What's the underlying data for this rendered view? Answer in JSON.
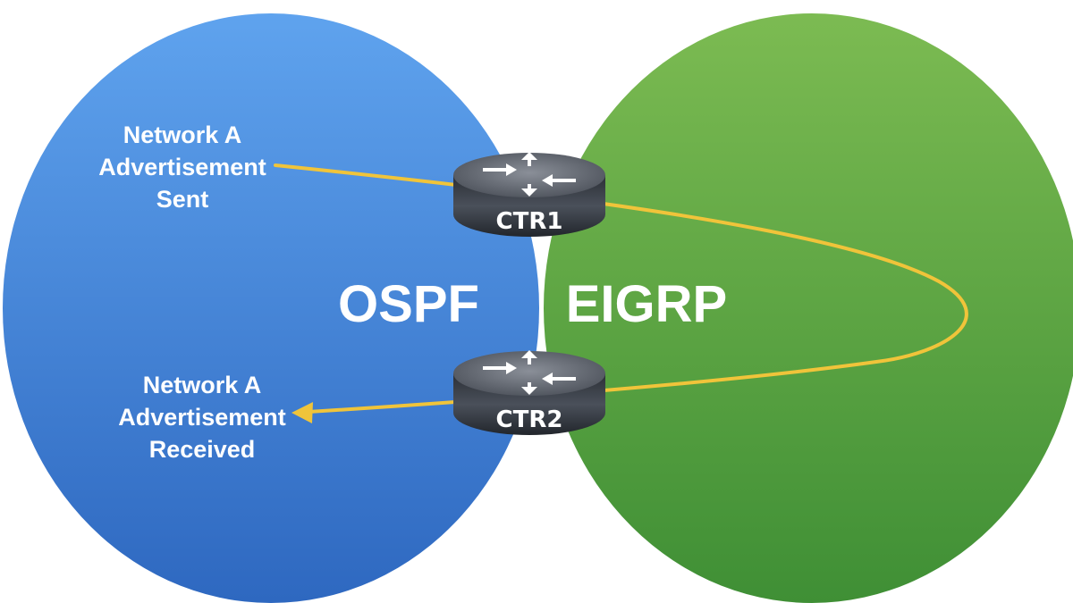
{
  "domains": {
    "left": {
      "label": "OSPF"
    },
    "right": {
      "label": "EIGRP"
    }
  },
  "notes": {
    "sent": [
      "Network A",
      "Advertisement",
      "Sent"
    ],
    "received": [
      "Network A",
      "Advertisement",
      "Received"
    ]
  },
  "routers": {
    "top": {
      "label": "CTR1",
      "icon": "router-icon"
    },
    "bottom": {
      "label": "CTR2",
      "icon": "router-icon"
    }
  },
  "colors": {
    "ospf_top": "#5fa3ee",
    "ospf_bottom": "#2e68c0",
    "eigrp_top": "#7cbb52",
    "eigrp_bottom": "#3f8f35",
    "path": "#f0c43a",
    "router_body": "#3a3f47",
    "router_top": "#6b7079"
  }
}
